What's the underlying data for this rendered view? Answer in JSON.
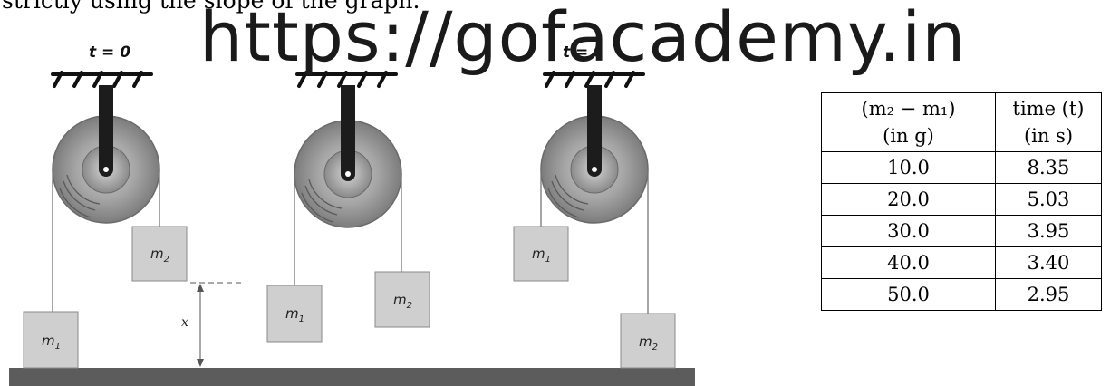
{
  "caption": "strictly using the slope of the graph.",
  "watermark": "https://gofacademy.in",
  "diagram": {
    "panel_labels": [
      "t = 0",
      "t = t"
    ],
    "mass_label_base": "m",
    "mass_subscripts": [
      "1",
      "2"
    ],
    "distance_label": "x"
  },
  "table": {
    "headers": [
      [
        "(m₂ − m₁)",
        "(in g)"
      ],
      [
        "time (t)",
        "(in s)"
      ]
    ],
    "rows": [
      [
        "10.0",
        "8.35"
      ],
      [
        "20.0",
        "5.03"
      ],
      [
        "30.0",
        "3.95"
      ],
      [
        "40.0",
        "3.40"
      ],
      [
        "50.0",
        "2.95"
      ]
    ]
  },
  "colors": {
    "floor": "#5a5a5a",
    "block_fill": "#cfcfcf",
    "pulley_outer": "#8e8e8e",
    "pulley_inner": "#b5b5b5",
    "hanger": "#1c1c1c"
  }
}
